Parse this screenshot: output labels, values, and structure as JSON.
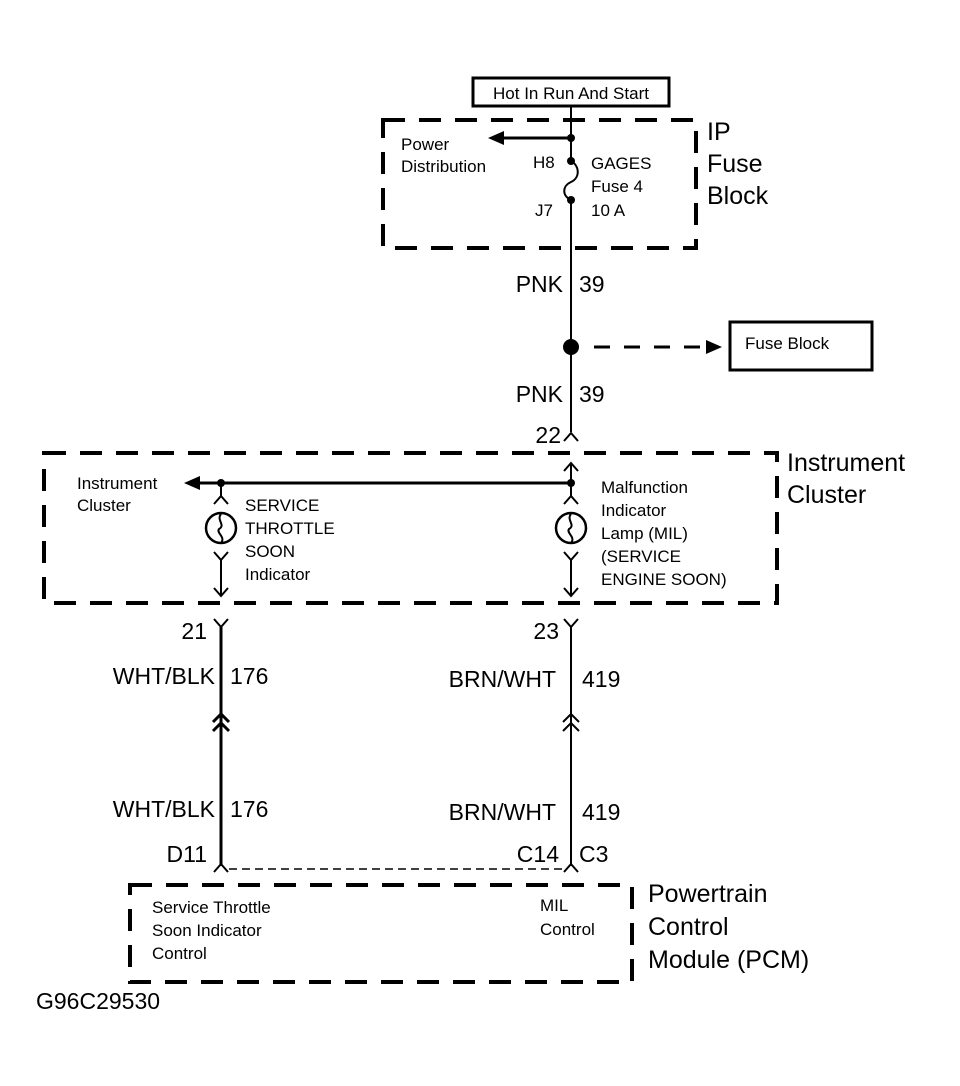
{
  "diagram": {
    "power_source_label": "Hot In Run And Start",
    "ip_fuse_block": {
      "title_lines": [
        "IP",
        "Fuse",
        "Block"
      ],
      "power_distribution_lines": [
        "Power",
        "Distribution"
      ],
      "fuse_terminal_top": "H8",
      "fuse_terminal_bottom": "J7",
      "fuse_lines": [
        "GAGES",
        "Fuse 4",
        "10 A"
      ]
    },
    "wire_pnk_upper": {
      "color": "PNK",
      "circuit": "39"
    },
    "splice_target": "Fuse Block",
    "wire_pnk_lower": {
      "color": "PNK",
      "circuit": "39"
    },
    "connector_22": "22",
    "instrument_cluster": {
      "title_lines": [
        "Instrument",
        "Cluster"
      ],
      "internal_arrow_lines": [
        "Instrument",
        "Cluster"
      ],
      "sts_indicator_lines": [
        "SERVICE",
        "THROTTLE",
        "SOON",
        "Indicator"
      ],
      "mil_lines": [
        "Malfunction",
        "Indicator",
        "Lamp (MIL)",
        "(SERVICE",
        "ENGINE SOON)"
      ]
    },
    "connector_21": "21",
    "connector_23": "23",
    "wire_left_upper": {
      "color": "WHT/BLK",
      "circuit": "176"
    },
    "wire_right_upper": {
      "color": "BRN/WHT",
      "circuit": "419"
    },
    "wire_left_lower": {
      "color": "WHT/BLK",
      "circuit": "176"
    },
    "wire_right_lower": {
      "color": "BRN/WHT",
      "circuit": "419"
    },
    "pcm_terminal_left": "D11",
    "pcm_terminal_right_a": "C14",
    "pcm_terminal_right_b": "C3",
    "pcm": {
      "title_lines": [
        "Powertrain",
        "Control",
        "Module (PCM)"
      ],
      "left_function_lines": [
        "Service Throttle",
        "Soon Indicator",
        "Control"
      ],
      "right_function_lines": [
        "MIL",
        "Control"
      ]
    },
    "figure_id": "G96C29530"
  }
}
